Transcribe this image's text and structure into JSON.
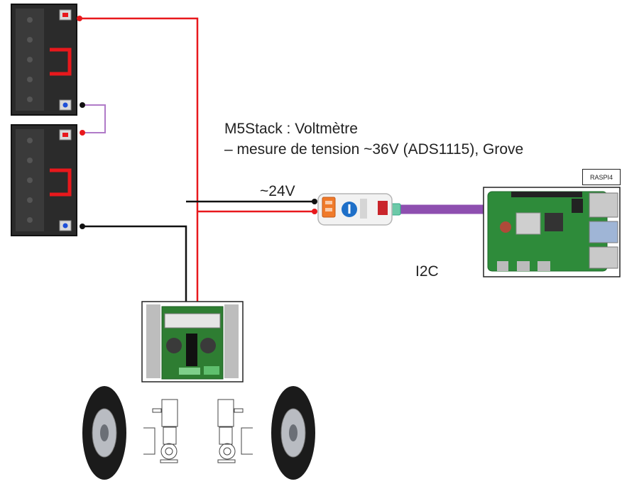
{
  "texts": {
    "m5_title": "M5Stack : Voltmètre",
    "m5_subtitle": "– mesure de tension ~36V (ADS1115), Grove",
    "voltage": "~24V",
    "bus": "I2C",
    "raspi": "RASPI4"
  },
  "battery_terminals": {
    "plus": "+",
    "minus": "-"
  },
  "colors": {
    "positive_wire": "#e8181c",
    "negative_wire": "#111111",
    "bridge_wire": "#b07ac8",
    "grove_cable": "#8e4fb0",
    "battery": "#2b2b2b",
    "pcb_green": "#2e7d32",
    "m5_orange": "#f07a2a",
    "m5_blue": "#1e6fc8"
  },
  "components": [
    {
      "name": "battery-top",
      "icon": "battery-icon"
    },
    {
      "name": "battery-bottom",
      "icon": "battery-icon"
    },
    {
      "name": "m5stack-voltmeter",
      "icon": "voltmeter-unit-icon"
    },
    {
      "name": "raspberry-pi-4",
      "icon": "raspberry-pi-board-icon"
    },
    {
      "name": "motor-driver",
      "icon": "motor-driver-board-icon"
    },
    {
      "name": "wheel-left",
      "icon": "wheel-icon"
    },
    {
      "name": "wheel-right",
      "icon": "wheel-icon"
    },
    {
      "name": "motor-left",
      "icon": "gear-motor-icon"
    },
    {
      "name": "motor-right",
      "icon": "gear-motor-icon"
    }
  ]
}
